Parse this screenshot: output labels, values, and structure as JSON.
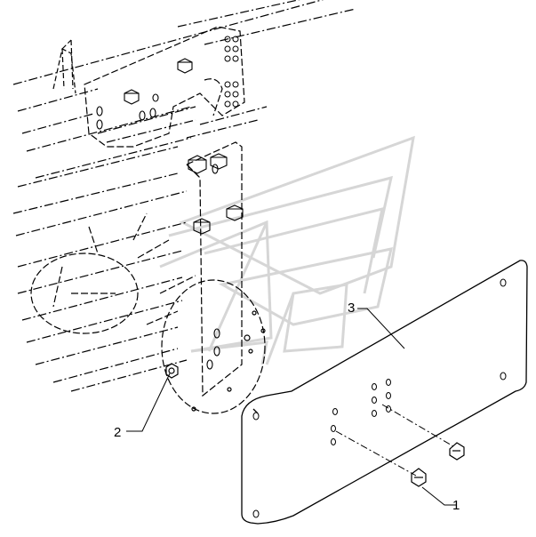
{
  "diagram": {
    "callouts": [
      {
        "id": "1",
        "label": "1"
      },
      {
        "id": "2",
        "label": "2"
      },
      {
        "id": "3",
        "label": "3"
      }
    ],
    "colors": {
      "line": "#000000",
      "background": "#ffffff",
      "watermark": "#d9d9d9"
    },
    "watermark_icon": "chevron-emblem-icon"
  }
}
